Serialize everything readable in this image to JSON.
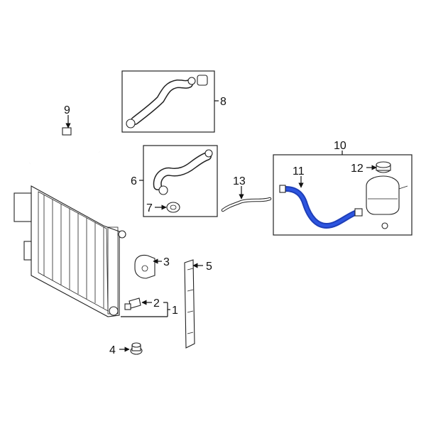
{
  "callouts": {
    "c1": "1",
    "c2": "2",
    "c3": "3",
    "c4": "4",
    "c5": "5",
    "c6": "6",
    "c7": "7",
    "c8": "8",
    "c9": "9",
    "c10": "10",
    "c11": "11",
    "c12": "12",
    "c13": "13"
  },
  "colors": {
    "highlight_hose": "#1f3fb8",
    "line": "#111111"
  },
  "highlighted_part": "11"
}
